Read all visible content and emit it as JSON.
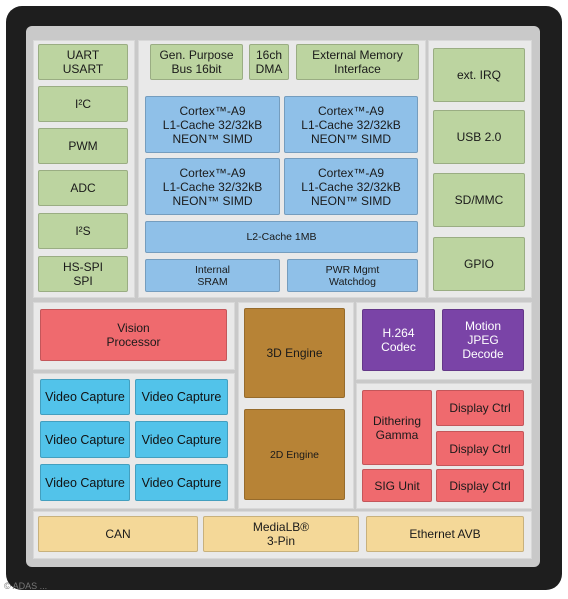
{
  "colors": {
    "frame": "#1e1e1e",
    "green": "#bcd4a0",
    "blue": "#8fc0e8",
    "cyan": "#52c3ea",
    "red": "#ef6a6e",
    "purple": "#7a44a7",
    "brown": "#b78336",
    "yellow": "#f4d898"
  },
  "left_io": {
    "uart": "UART\nUSART",
    "i2c": "I²C",
    "pwm": "PWM",
    "adc": "ADC",
    "i2s": "I²S",
    "spi": "HS-SPI\nSPI"
  },
  "top_row": {
    "gpbus": "Gen. Purpose\nBus 16bit",
    "dma": "16ch\nDMA",
    "extmem": "External Memory\nInterface"
  },
  "cpu": {
    "core": "Cortex™-A9\nL1-Cache 32/32kB\nNEON™ SIMD",
    "l2": "L2-Cache 1MB",
    "sram": "Internal\nSRAM",
    "pwr": "PWR Mgmt\nWatchdog"
  },
  "right_io": {
    "irq": "ext. IRQ",
    "usb": "USB 2.0",
    "sdmmc": "SD/MMC",
    "gpio": "GPIO"
  },
  "vision": "Vision\nProcessor",
  "video_capture": "Video Capture",
  "engines": {
    "e3d": "3D Engine",
    "e2d": "2D Engine"
  },
  "codecs": {
    "h264": "H.264\nCodec",
    "mjpeg": "Motion\nJPEG\nDecode"
  },
  "display": {
    "dither": "Dithering\nGamma",
    "sig": "SIG Unit",
    "ctrl": "Display Ctrl"
  },
  "bottom": {
    "can": "CAN",
    "medialb": "MediaLB®\n3-Pin",
    "eth": "Ethernet AVB"
  },
  "watermark": "© ADAS ..."
}
